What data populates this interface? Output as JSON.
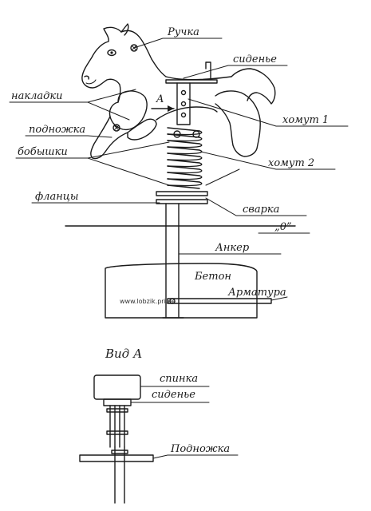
{
  "main_view": {
    "labels": {
      "handle": "Ручка",
      "seat": "сиденье",
      "pads": "накладки",
      "clamp1": "хомут 1",
      "footrest": "подножка",
      "bosses": "бобышки",
      "clamp2": "хомут 2",
      "flanges": "фланцы",
      "weld": "сварка",
      "zero": "„0”",
      "anchor": "Анкер",
      "concrete": "Бетон",
      "rebar": "Арматура",
      "view_arrow": "A"
    },
    "watermark": "www.lobzik.pri.ee"
  },
  "view_a": {
    "title": "Вид А",
    "labels": {
      "back": "спинка",
      "seat": "сиденье",
      "footrest": "Подножка"
    }
  }
}
